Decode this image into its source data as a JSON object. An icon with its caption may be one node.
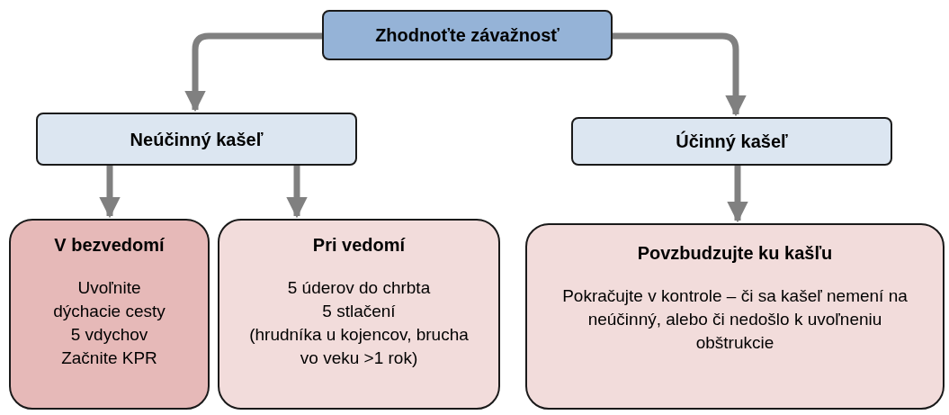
{
  "diagram": {
    "nodes": [
      {
        "text": [
          "Zhodnoťte závažnosť"
        ]
      },
      {
        "text": [
          "Neúčinný kašeľ"
        ]
      },
      {
        "text": [
          "Účinný kašeľ"
        ]
      },
      {
        "text": [
          "V bezvedomí",
          "Uvoľnite dýchacie cesty",
          "5 vdychov",
          "Začnite KPR"
        ]
      },
      {
        "text": [
          "Pri vedomí",
          "5 úderov do chrbta",
          "5 stlačení",
          "(hrudníka u kojencov, brucha vo veku >1 rok)"
        ]
      },
      {
        "text": [
          "Povzbudzujte ku kašľu",
          "Pokračujte v kontrole – či sa kašeľ nemení na neúčinný, alebo či nedošlo k uvoľneniu obštrukcie"
        ]
      }
    ],
    "edges": [
      {
        "from": 0,
        "to": 1,
        "arrow": "to"
      },
      {
        "from": 0,
        "to": 2,
        "arrow": "to"
      },
      {
        "from": 1,
        "to": 3,
        "arrow": "to"
      },
      {
        "from": 1,
        "to": 4,
        "arrow": "to"
      },
      {
        "from": 2,
        "to": 5,
        "arrow": "to"
      }
    ]
  }
}
